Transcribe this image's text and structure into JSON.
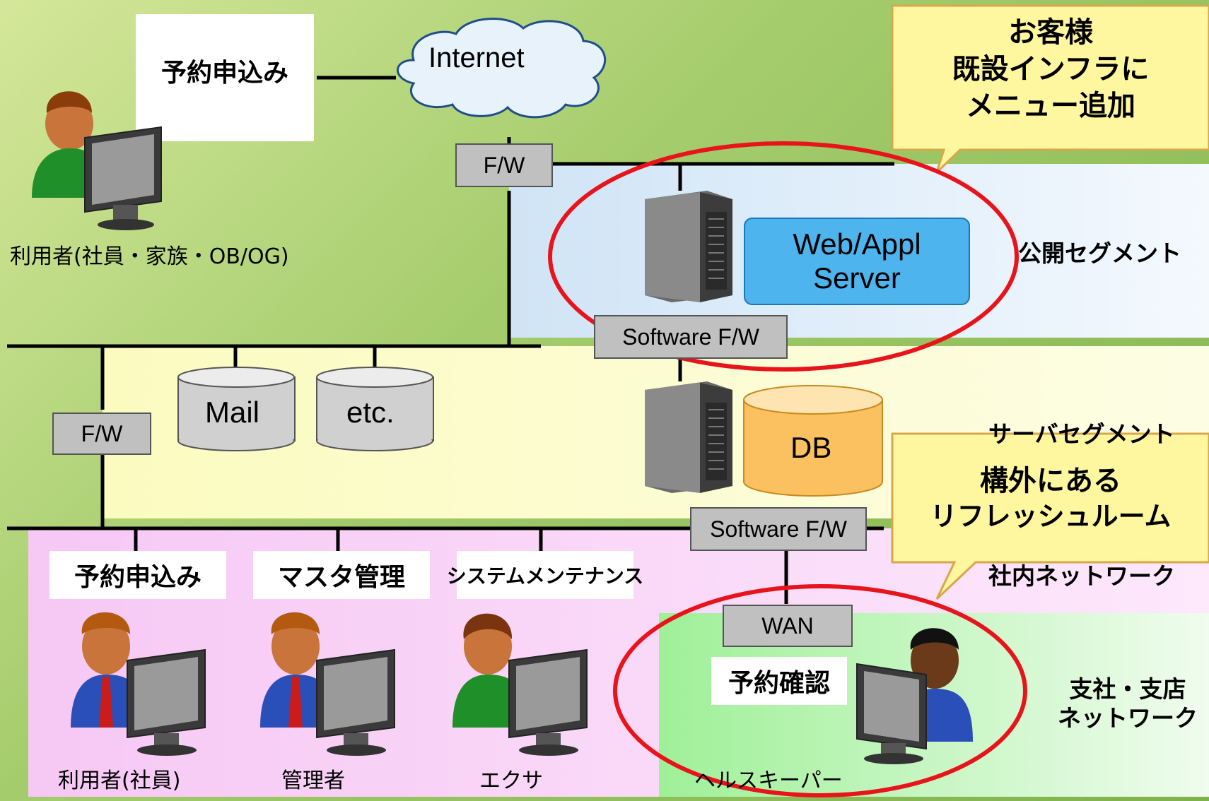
{
  "top": {
    "request_label": "予約申込み",
    "internet_label": "Internet",
    "user_caption": "利用者(社員・家族・OB/OG)"
  },
  "firewalls": {
    "fw_top": "F/W",
    "fw_left": "F/W",
    "software_fw_1": "Software F/W",
    "software_fw_2": "Software F/W",
    "wan": "WAN"
  },
  "servers": {
    "web_appl_line1": "Web/Appl",
    "web_appl_line2": "Server",
    "db": "DB",
    "mail": "Mail",
    "etc": "etc."
  },
  "segments": {
    "public_segment": "公開セグメント",
    "server_segment": "サーバセグメント",
    "internal_network": "社内ネットワーク",
    "branch_line1": "支社・支店",
    "branch_line2": "ネットワーク"
  },
  "callouts": {
    "customer_line1": "お客様",
    "customer_line2": "既設インフラに",
    "customer_line3": "メニュー追加",
    "outside_line1": "構外にある",
    "outside_line2": "リフレッシュルーム"
  },
  "bottom_users": [
    {
      "role_label": "予約申込み",
      "caption": "利用者(社員)"
    },
    {
      "role_label": "マスタ管理",
      "caption": "管理者"
    },
    {
      "role_label": "システムメンテナンス",
      "caption": "エクサ"
    }
  ],
  "branch_user": {
    "role_label": "予約確認",
    "caption": "ヘルスキーパー"
  },
  "colors": {
    "highlight_ellipse": "#e8141b",
    "callout_fill": "#fff7a8",
    "public_segment_fill": "#dcecf8",
    "server_segment_fill": "#fbfbc8",
    "internal_segment_fill": "#f8d0f8",
    "branch_segment_fill": "#c8f0c0",
    "web_server_box": "#4db4ee",
    "db_fill": "#fbc060"
  }
}
